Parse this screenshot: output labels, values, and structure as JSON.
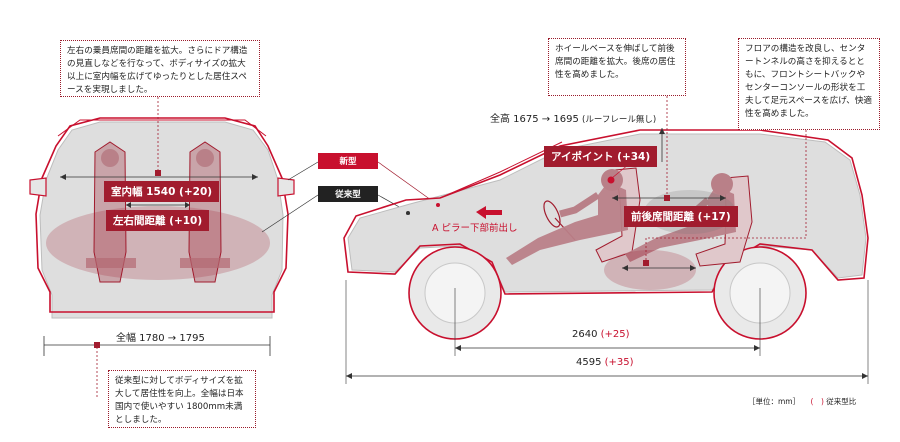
{
  "notes": {
    "front": "左右の乗員席間の距離を拡大。さらにドア構造の見直しなどを行なって、ボディサイズの拡大以上に室内幅を広げてゆったりとした居住スペースを実現しました。",
    "wheelbase": "ホイールベースを伸ばして前後席間の距離を拡大。後席の居住性を高めました。",
    "floor": "フロアの構造を改良し、センタートンネルの高さを抑えるとともに、フロントシートバックやセンターコンソールの形状を工夫して足元スペースを広げ、快適性を高めました。",
    "width": "従来型に対してボディサイズを拡大して居住性を向上。全幅は日本国内で使いやすい 1800mm未満としました。"
  },
  "front_view": {
    "interior_width_label": "室内幅 1540",
    "interior_width_delta": "(+20)",
    "seat_gap_label": "左右間距離",
    "seat_gap_delta": "(+10)",
    "overall_width": "全幅 1780 → 1795"
  },
  "side_view": {
    "height": "全高 1675 → 1695",
    "height_note": "(ルーフレール無し)",
    "eyepoint_label": "アイポイント",
    "eyepoint_delta": "(+34)",
    "pillar_note": "A ピラー下部前出し",
    "seat_distance_label": "前後席間距離",
    "seat_distance_delta": "(+17)",
    "wheelbase_value": "2640",
    "wheelbase_delta": "(+25)",
    "length_value": "4595",
    "length_delta": "(+35)"
  },
  "legend_tags": {
    "new_model": "新型",
    "old_model": "従来型"
  },
  "units": {
    "unit": "［単位：mm］",
    "paren_symbol": "(　)",
    "paren_meaning": "従来型比"
  },
  "colors": {
    "accent_red": "#c8102e",
    "dark_red": "#a11c2e",
    "body_gray": "#dcdcdc"
  }
}
